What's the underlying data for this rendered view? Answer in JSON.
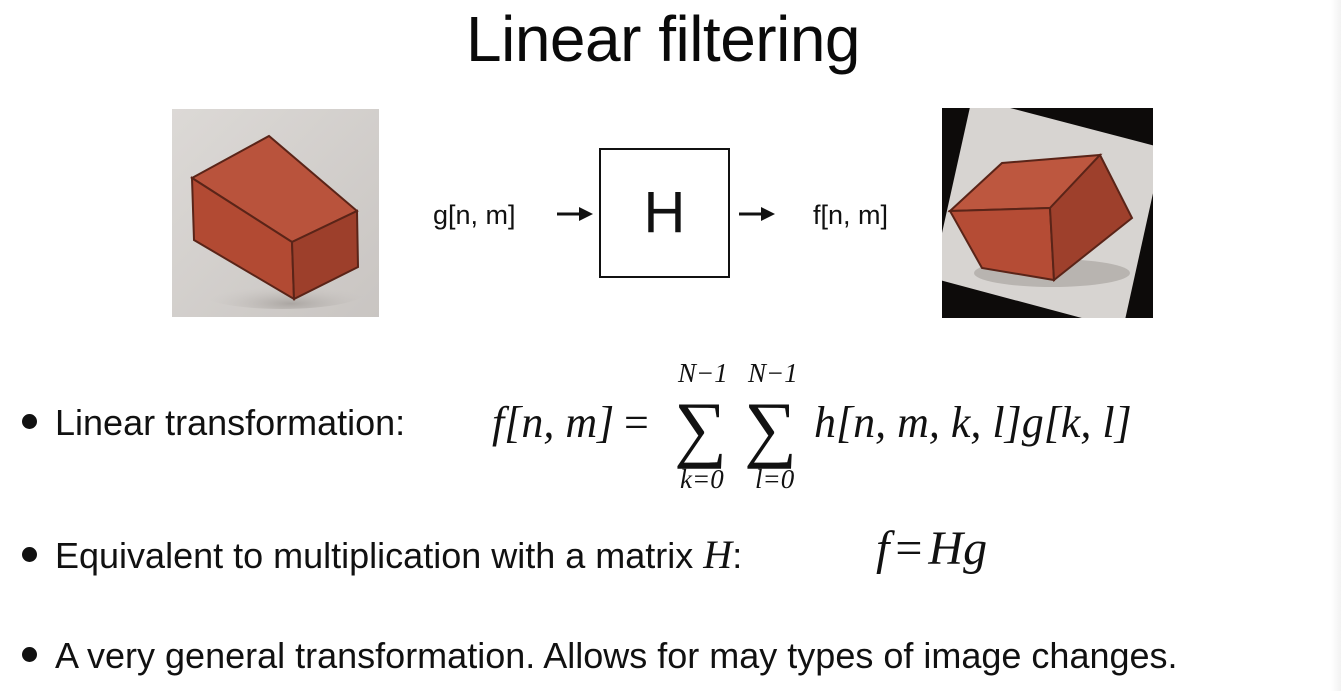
{
  "slide": {
    "title": "Linear filtering",
    "diagram": {
      "input_label": "g[n, m]",
      "system_label": "H",
      "output_label": "f[n, m]",
      "input_image_icon": "brick-photo",
      "output_image_icon": "rotated-brick-photo",
      "arrow_icon": "right-arrow-icon"
    },
    "bullets": [
      {
        "text": "Linear transformation:",
        "equation": {
          "lhs": "f[n, m]",
          "equals": "=",
          "sum1_upper": "N−1",
          "sum1_lower": "k=0",
          "sum2_upper": "N−1",
          "sum2_lower": "l=0",
          "sum_symbol": "∑",
          "rhs": "h[n, m, k, l]g[k, l]"
        }
      },
      {
        "text": "Equivalent to multiplication with a matrix",
        "matrix_symbol": "H",
        "suffix": ":",
        "equation": {
          "lhs": "f",
          "equals": "=",
          "rhs": "Hg"
        }
      },
      {
        "text": "A very general transformation. Allows for may types of image changes."
      }
    ]
  }
}
